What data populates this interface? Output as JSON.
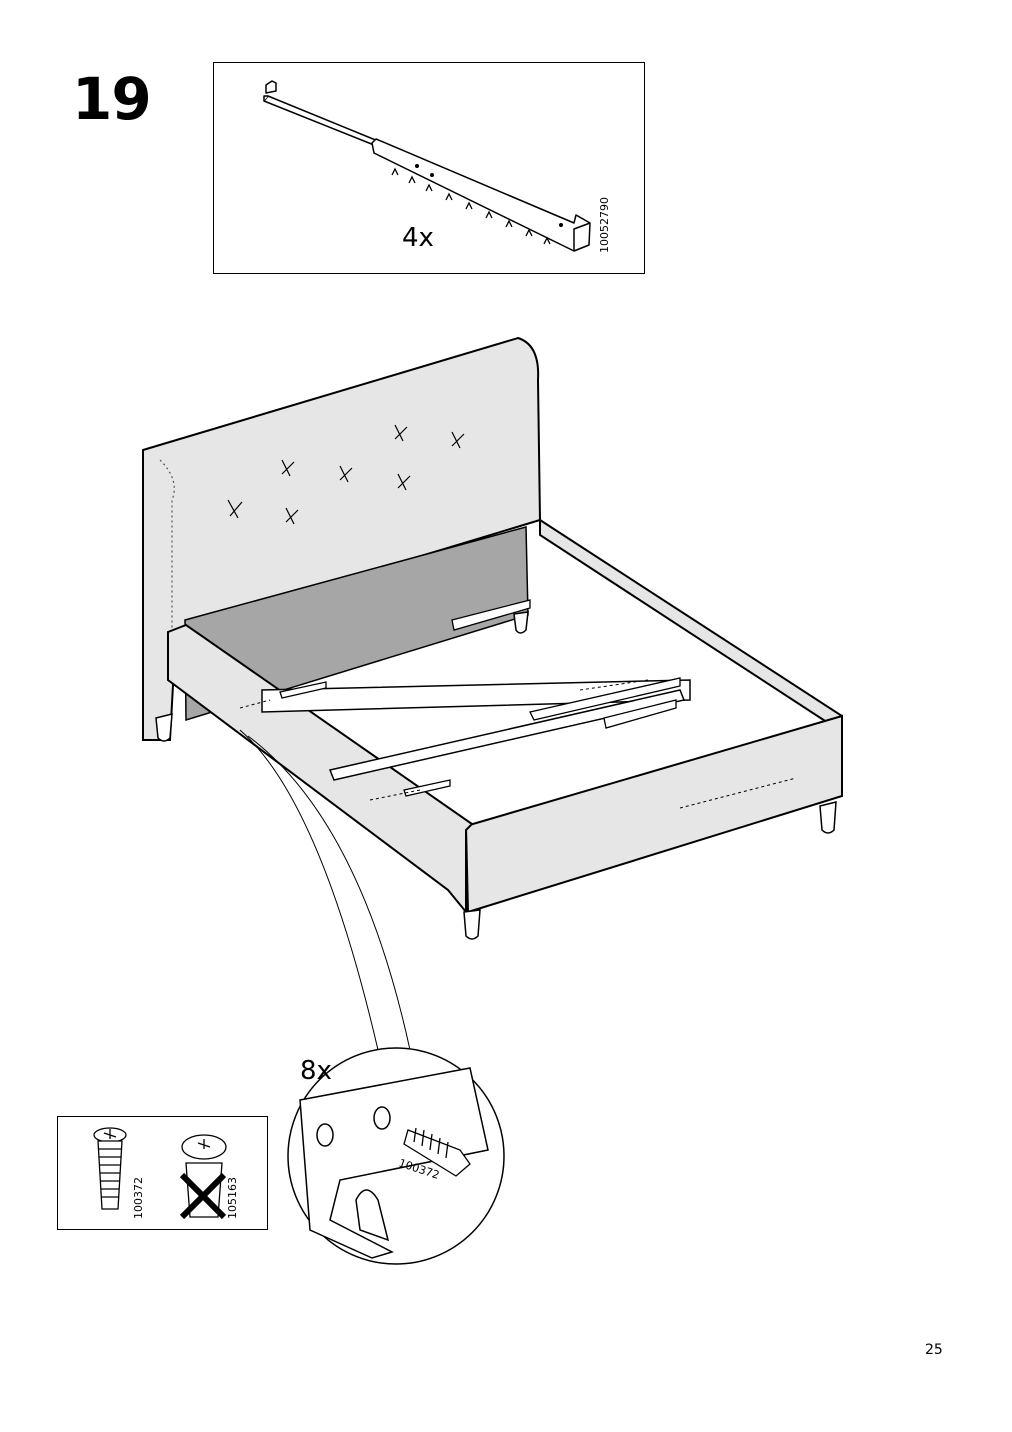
{
  "step": {
    "number": "19"
  },
  "parts_box": {
    "quantity": "4x",
    "part_code": "10052790"
  },
  "detail": {
    "quantity": "8x",
    "screw_label": "100372"
  },
  "screw_box": {
    "correct_code": "100372",
    "wrong_code": "105163"
  },
  "page": {
    "number": "25"
  }
}
